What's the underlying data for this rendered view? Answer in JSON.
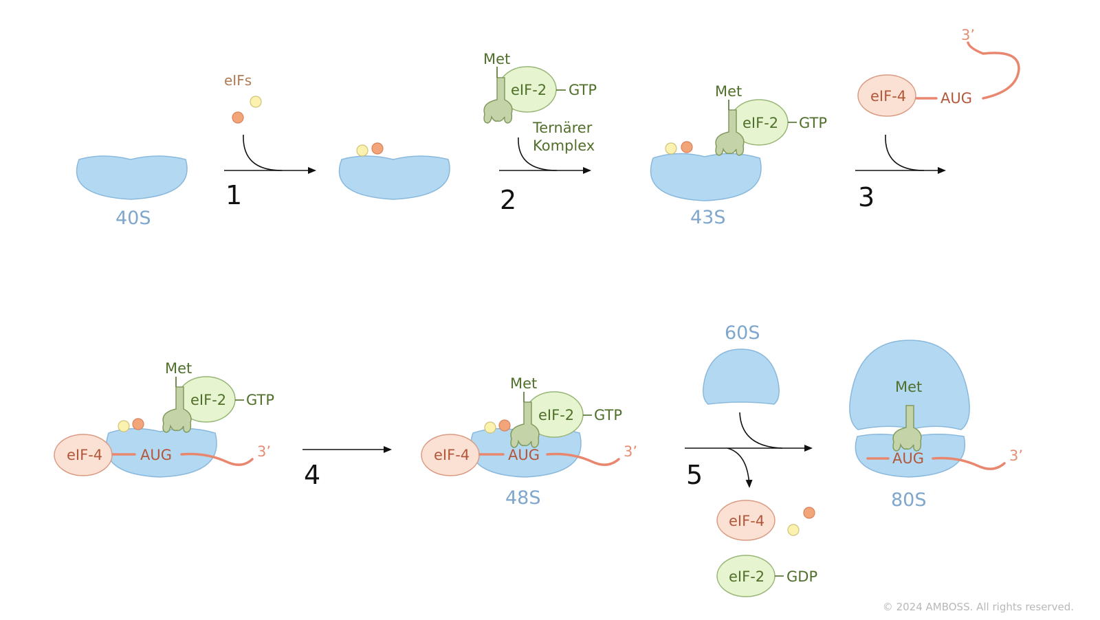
{
  "labels": {
    "s40": "40S",
    "s43": "43S",
    "s48": "48S",
    "s60": "60S",
    "s80": "80S",
    "eifs": "eIFs",
    "met": "Met",
    "eif2": "eIF-2",
    "eif4": "eIF-4",
    "gtp": "GTP",
    "gdp": "GDP",
    "aug": "AUG",
    "prime3": "3’",
    "ternary_line1": "Ternärer",
    "ternary_line2": "Komplex"
  },
  "steps": [
    "1",
    "2",
    "3",
    "4",
    "5"
  ],
  "copyright": "© 2024 AMBOSS. All rights reserved.",
  "colors": {
    "ribosome": "#b3d9f2",
    "eif2": "#e6f5d0",
    "eif4": "#fbe0d4",
    "mrna": "#e8876e",
    "trna": "#c4d4a8",
    "label_blue": "#7fa6cc",
    "label_green": "#4f6f2a"
  }
}
